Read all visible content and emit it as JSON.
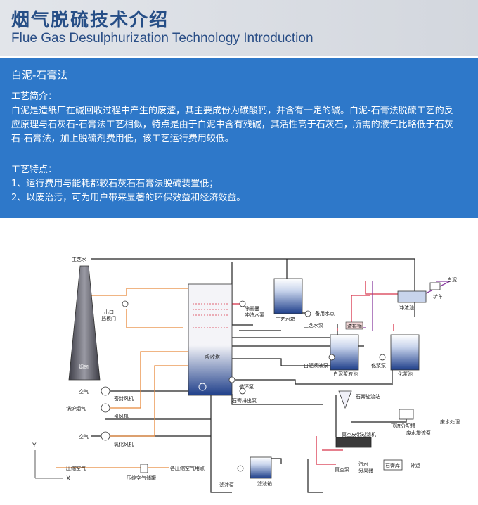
{
  "header": {
    "title_cn": "烟气脱硫技术介绍",
    "title_en": "Flue Gas Desulphurization Technology Introduction"
  },
  "section": {
    "title": "白泥-石膏法",
    "intro_heading": "工艺简介：",
    "intro_lines": [
      "白泥是造纸厂在碱回收过程中产生的废渣，其主要成份为碳酸钙，并含有一定的碱。白泥-石膏法脱硫工艺的反",
      "应原理与石灰石-石膏法工艺相似，特点是由于白泥中含有残碱，其活性高于石灰石，所需的液气比略低于石灰",
      "石-石膏法，加上脱硫剂费用低，该工艺运行费用较低。"
    ],
    "features_heading": "工艺特点：",
    "features": [
      "1、运行费用与能耗都较石灰石石膏法脱硫装置低；",
      "2、以废治污，可为用户带来显著的环保效益和经济效益。"
    ]
  },
  "diagram": {
    "labels": {
      "process_water": "工艺水",
      "white_mud": "白泥",
      "chimney": "烟囱",
      "outlet_damper_1": "出口",
      "outlet_damper_2": "挡板门",
      "absorber": "吸收塔",
      "demister_1": "除雾器",
      "demister_2": "冲洗水泵",
      "process_tank": "工艺水箱",
      "process_pump": "工艺水泵",
      "standby_water": "备用水点",
      "slurry_station": "冲渣池",
      "shovel": "铲车",
      "mixer": "渣振筛",
      "mud_slurry_pump": "白泥浆液泵",
      "mud_slurry_tank": "白泥浆液池",
      "chem_pump": "化浆泵",
      "chem_tank": "化浆池",
      "circulation_pump": "循环泵",
      "gypsum_pump": "石膏排出泵",
      "gypsum_cyclone": "石膏旋流站",
      "top_distributor": "顶流分配槽",
      "wastewater_pump": "废水旋流泵",
      "wastewater_treatment": "废水处理",
      "vacuum_filter": "真空皮带过滤机",
      "vacuum_pump": "真空泵",
      "steam_separator_1": "汽水",
      "steam_separator_2": "分离器",
      "gypsum_store": "石膏库",
      "outbound": "外运",
      "filtrate_tank": "滤液箱",
      "filtrate_pump": "滤液泵",
      "air_1": "空气",
      "seal_fan": "密封风机",
      "boiler_gas": "锅炉烟气",
      "induced_fan": "引风机",
      "air_2": "空气",
      "oxidation_fan": "氧化风机",
      "compressed_air": "压缩空气",
      "air_tank": "压缩空气储罐",
      "air_points": "各压缩空气用点",
      "axis_y": "Y",
      "axis_x": "X"
    }
  }
}
